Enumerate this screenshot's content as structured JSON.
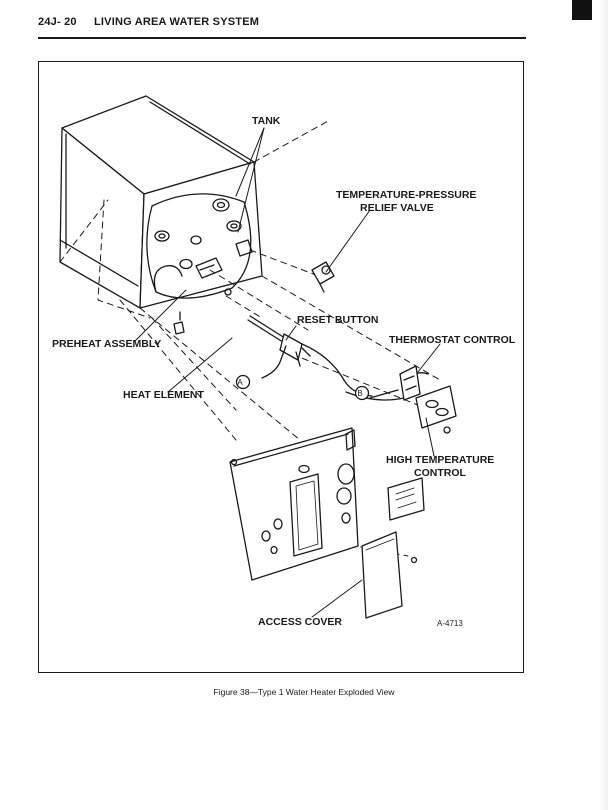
{
  "header": {
    "section": "24J- 20",
    "title": "LIVING AREA WATER SYSTEM"
  },
  "labels": {
    "tank": "TANK",
    "relief_line1": "TEMPERATURE-PRESSURE",
    "relief_line2": "RELIEF VALVE",
    "reset": "RESET BUTTON",
    "thermostat": "THERMOSTAT CONTROL",
    "preheat": "PREHEAT ASSEMBLY",
    "heat_element": "HEAT ELEMENT",
    "high_temp_line1": "HIGH TEMPERATURE",
    "high_temp_line2": "CONTROL",
    "access_cover": "ACCESS COVER",
    "connector_a": "A",
    "connector_b": "B",
    "drawing_code": "A-4713"
  },
  "caption": "Figure 38—Type 1 Water Heater Exploded View"
}
